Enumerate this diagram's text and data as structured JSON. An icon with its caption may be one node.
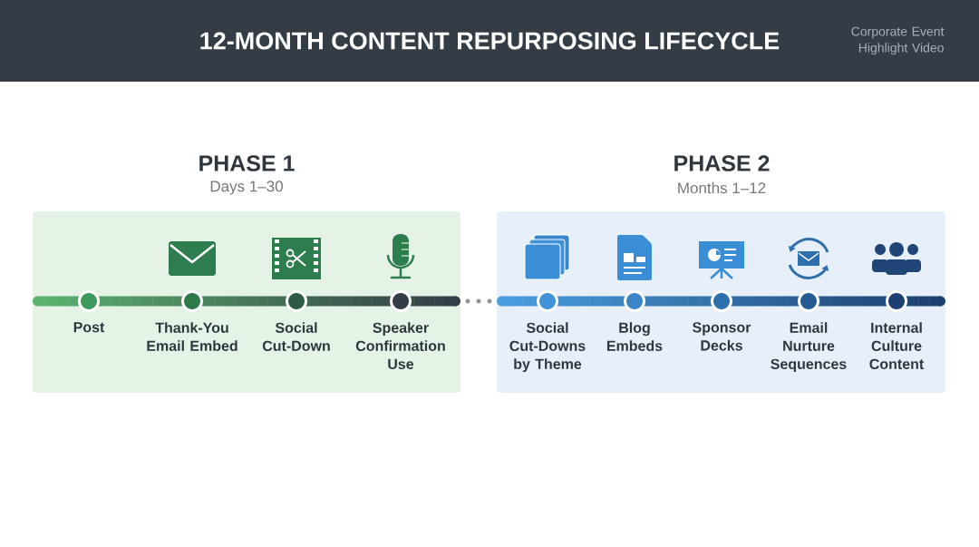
{
  "diagram": {
    "title": "12-MONTH CONTENT REPURPOSING LIFECYCLE",
    "nodes": [
      {
        "text": [
          "PHASE 1",
          "Days 1–30"
        ]
      },
      {
        "text": [],
        "shape": "bar",
        "in": 0
      },
      {
        "text": [
          "Post"
        ],
        "in": 0
      },
      {
        "text": [
          "Thank-You Email Embed"
        ],
        "in": 0
      },
      {
        "text": [
          "Social Cut-Down"
        ],
        "in": 0
      },
      {
        "text": [
          "Speaker Confirmation Use"
        ],
        "in": 0
      },
      {
        "text": [
          "PHASE 2",
          "Months 1–12"
        ]
      },
      {
        "text": [],
        "shape": "bar",
        "in": 6
      },
      {
        "text": [
          "Social Cut-Downs by Theme"
        ],
        "in": 6
      },
      {
        "text": [
          "Blog Embeds"
        ],
        "in": 6
      },
      {
        "text": [
          "Sponsor Decks"
        ],
        "in": 6
      },
      {
        "text": [
          "Email Nurture Sequences"
        ],
        "in": 6
      },
      {
        "text": [
          "Internal Culture Content"
        ],
        "in": 6
      }
    ],
    "labels": [
      "Corporate Event Highlight Video"
    ]
  }
}
